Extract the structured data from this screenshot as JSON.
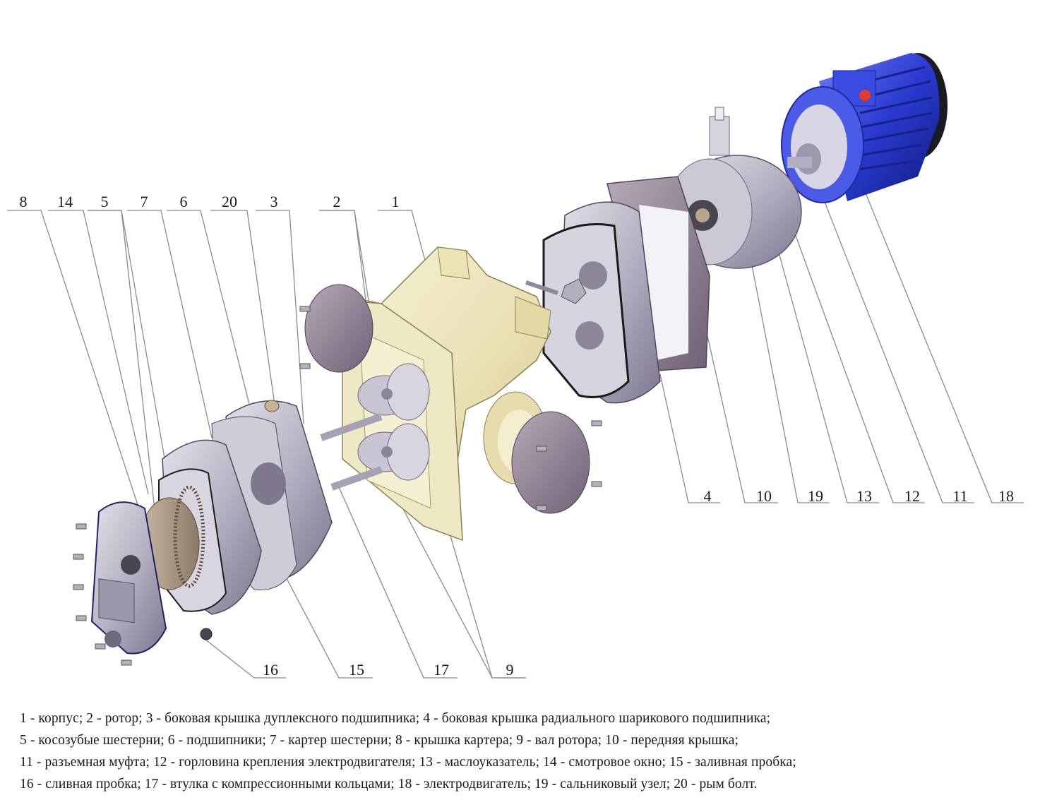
{
  "labels_top": [
    "8",
    "14",
    "5",
    "7",
    "6",
    "20",
    "3",
    "2",
    "1"
  ],
  "labels_right": [
    "4",
    "10",
    "19",
    "13",
    "12",
    "11",
    "18"
  ],
  "labels_bottom": [
    "16",
    "15",
    "17",
    "9"
  ],
  "legend": [
    "1 - корпус; 2 - ротор; 3 - боковая крышка дуплексного подшипника; 4 - боковая крышка радиального шарикового подшипника;",
    "5 - косозубые шестерни; 6 - подшипники; 7 - картер шестерни; 8 - крышка картера; 9 - вал ротора; 10 - передняя крышка;",
    "11 - разъемная муфта; 12 - горловина крепления электродвигателя; 13 - маслоуказатель; 14 - смотровое окно; 15 - заливная пробка;",
    "16 - сливная пробка; 17 - втулка с компрессионными кольцами; 18 - электродвигатель;  19 - сальниковый узел; 20 - рым болт."
  ],
  "colors": {
    "housing": "#ece6c0",
    "metal": "#b9b4c4",
    "plate": "#8d7e92",
    "motor": "#2b3fd0",
    "leader": "#8a8a8a"
  }
}
